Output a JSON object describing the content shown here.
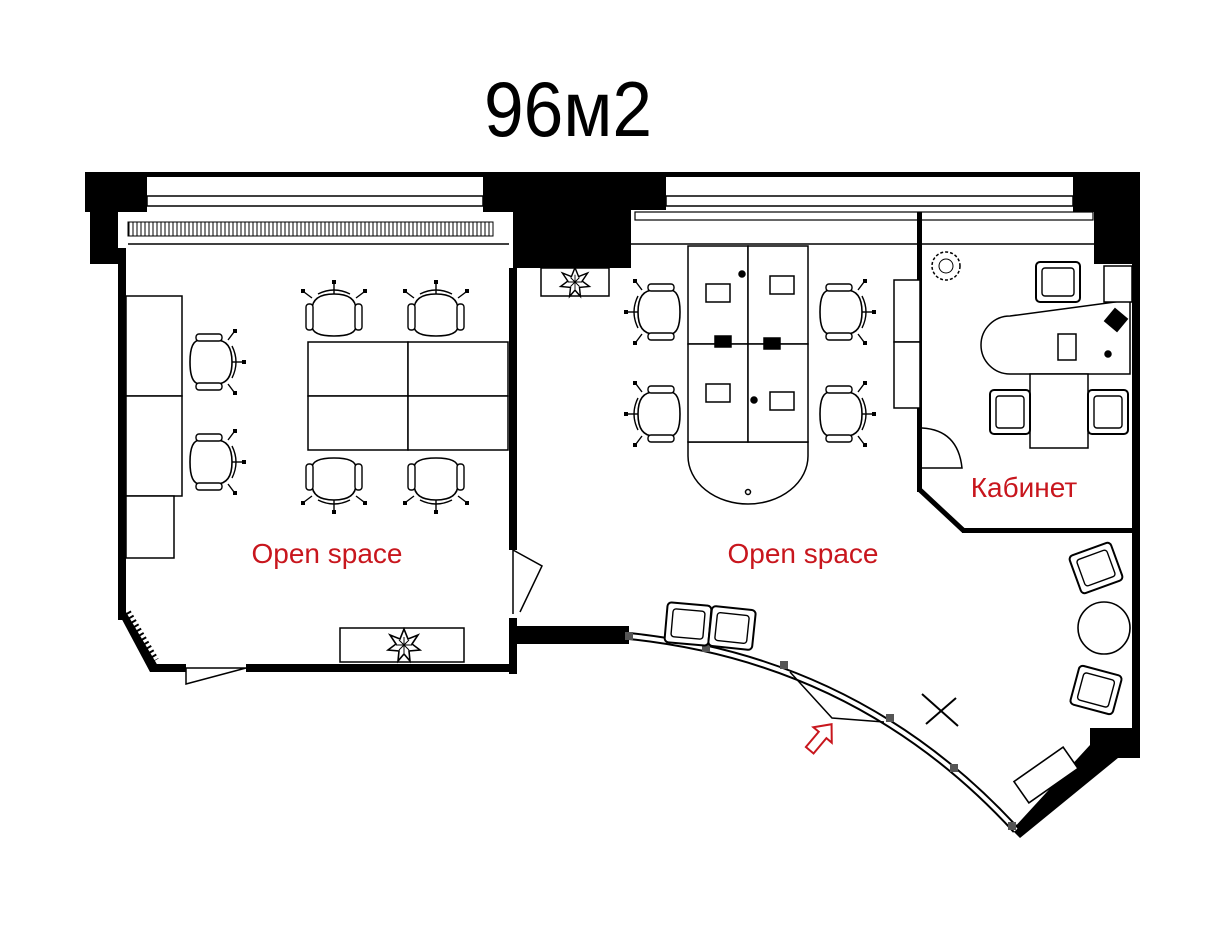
{
  "title": "96м2",
  "room_labels": {
    "left_open_space": "Open space",
    "center_open_space": "Open space",
    "office": "Кабинет"
  },
  "colors": {
    "walls": "#000000",
    "label": "#c8161d",
    "entrance_arrow": "#c8161d",
    "background": "#ffffff"
  },
  "icons": [
    "plant-icon",
    "chair-icon",
    "armchair-icon",
    "entrance-arrow-icon",
    "phone-icon"
  ]
}
